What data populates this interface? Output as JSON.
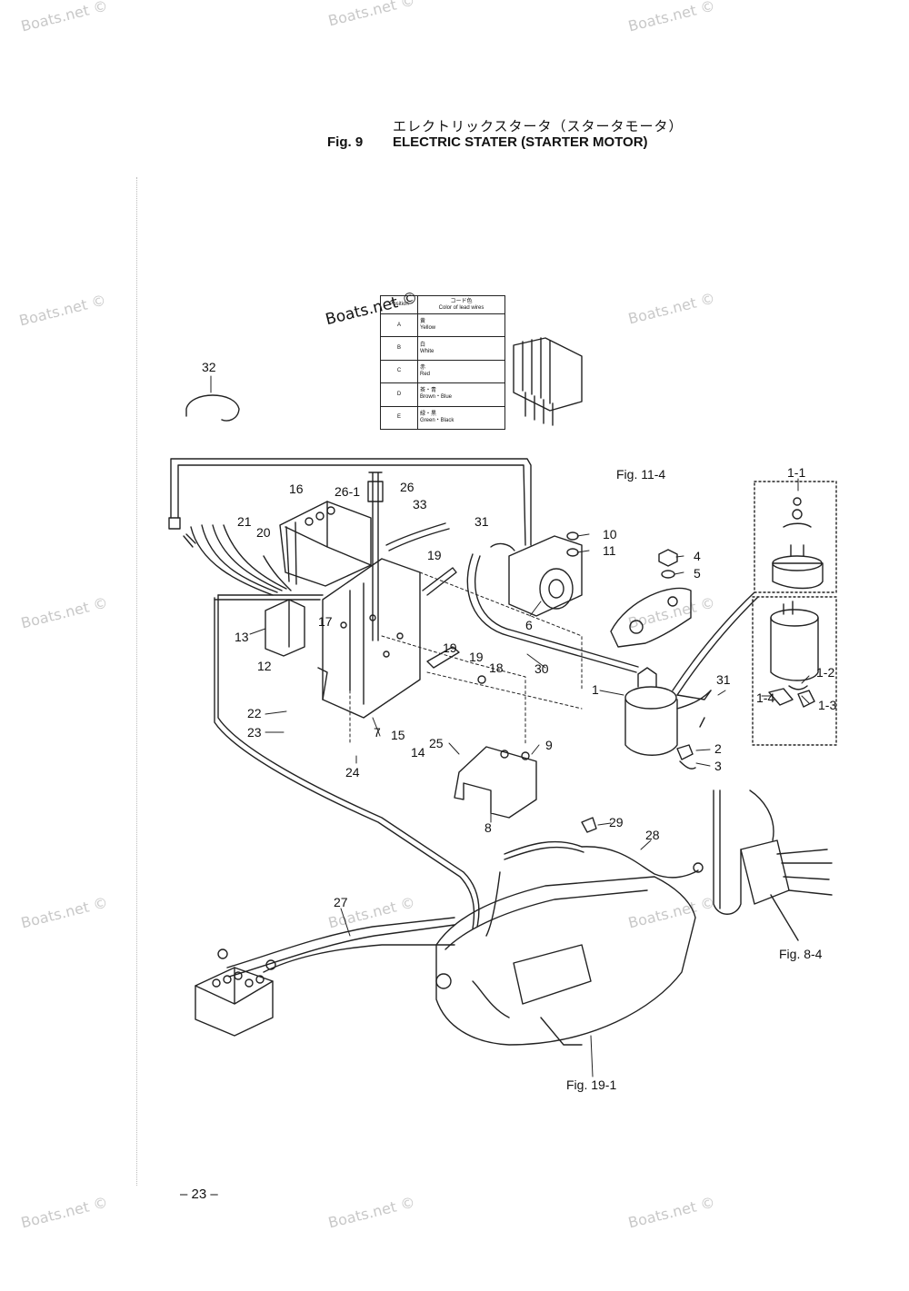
{
  "header": {
    "title_jp": "エレクトリックスタータ（スタータモータ）",
    "fig_number": "Fig. 9",
    "title_en": "ELECTRIC STATER (STARTER MOTOR)"
  },
  "watermark": "Boats.net ©",
  "color_table": {
    "header_position": "Position",
    "header_color_jp": "コード色",
    "header_color": "Color of lead wires",
    "rows": [
      {
        "pos": "A",
        "jp": "黄",
        "color": "Yellow"
      },
      {
        "pos": "B",
        "jp": "白",
        "color": "White"
      },
      {
        "pos": "C",
        "jp": "赤",
        "color": "Red"
      },
      {
        "pos": "D",
        "jp": "茶・青",
        "color": "Brown・Blue"
      },
      {
        "pos": "E",
        "jp": "緑・黒",
        "color": "Green・Black"
      }
    ]
  },
  "references": {
    "fig_11_4": "Fig. 11-4",
    "fig_8_4": "Fig. 8-4",
    "fig_19_1": "Fig. 19-1"
  },
  "callouts": {
    "c32": "32",
    "c16": "16",
    "c26_1": "26-1",
    "c26": "26",
    "c33": "33",
    "c21": "21",
    "c20": "20",
    "c31a": "31",
    "c10": "10",
    "c11": "11",
    "c4": "4",
    "c5": "5",
    "c19a": "19",
    "c6": "6",
    "c13": "13",
    "c17": "17",
    "c12": "12",
    "c19b": "19",
    "c19c": "19",
    "c18": "18",
    "c30": "30",
    "c1": "1",
    "c31b": "31",
    "c22": "22",
    "c23": "23",
    "c7": "7",
    "c15": "15",
    "c14": "14",
    "c25": "25",
    "c9": "9",
    "c2": "2",
    "c3": "3",
    "c24": "24",
    "c8": "8",
    "c29": "29",
    "c28": "28",
    "c27": "27",
    "c1_1": "1-1",
    "c1_2": "1-2",
    "c1_3": "1-3",
    "c1_4": "1-4"
  },
  "footer": {
    "page": "– 23 –"
  }
}
